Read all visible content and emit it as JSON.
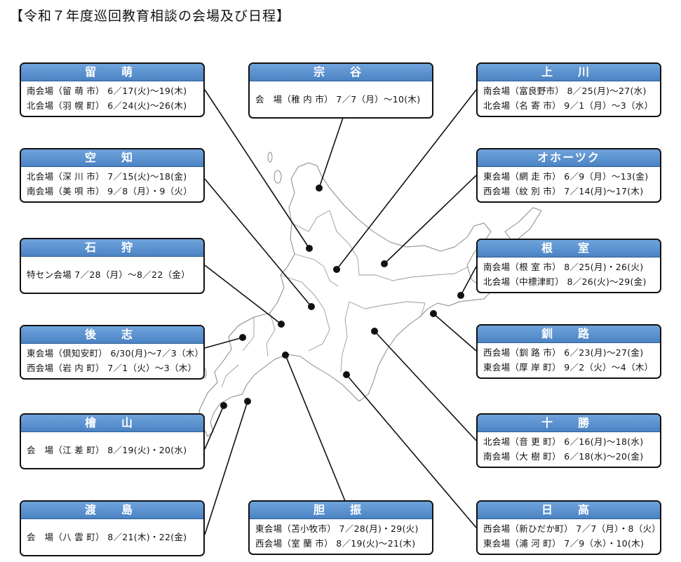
{
  "title": "【令和７年度巡回教育相談の会場及び日程】",
  "colors": {
    "header_top": "#6fa3dc",
    "header_bottom": "#4b83c3",
    "border": "#111111",
    "map_line": "#888888"
  },
  "regions": [
    {
      "id": "rumoi",
      "name": "留　萌",
      "venues": [
        "南会場（留 萌 市） 6／17(火)～19(木)",
        "北会場（羽 幌 町） 6／24(火)～26(木)"
      ]
    },
    {
      "id": "soya",
      "name": "宗　谷",
      "venues": [
        "会　場（稚 内 市） 7／7（月）～10(木)"
      ]
    },
    {
      "id": "kamikawa",
      "name": "上　川",
      "venues": [
        "南会場（富良野市） 8／25(月)～27(水)",
        "北会場（名 寄 市） 9／1（月）～3（水）"
      ]
    },
    {
      "id": "sorachi",
      "name": "空　知",
      "venues": [
        "北会場（深 川 市） 7／15(火)～18(金)",
        "南会場（美 唄 市） 9／8（月）・9（火）"
      ]
    },
    {
      "id": "okhotsk",
      "name": "オホーツク",
      "venues": [
        "東会場（網 走 市） 6／9（月）～13(金)",
        "西会場（紋 別 市） 7／14(月)～17(木)"
      ]
    },
    {
      "id": "ishikari",
      "name": "石　狩",
      "venues": [
        "特セン会場 7／28（月）～8／22（金）"
      ]
    },
    {
      "id": "nemuro",
      "name": "根　室",
      "venues": [
        "南会場（根 室 市） 8／25(月)・26(火)",
        "北会場（中標津町） 8／26(火)～29(金)"
      ]
    },
    {
      "id": "shiribeshi",
      "name": "後　志",
      "venues": [
        "東会場（倶知安町） 6/30(月)～7／3（木）",
        "西会場（岩 内 町） 7／1（火）～3（木）"
      ]
    },
    {
      "id": "kushiro",
      "name": "釧　路",
      "venues": [
        "西会場（釧 路 市） 6／23(月)～27(金)",
        "東会場（厚 岸 町） 9／2（火）～4（木）"
      ]
    },
    {
      "id": "hiyama",
      "name": "檜　山",
      "venues": [
        "会　場（江 差 町） 8／19(火)・20(水)"
      ]
    },
    {
      "id": "tokachi",
      "name": "十　勝",
      "venues": [
        "北会場（音 更 町） 6／16(月)～18(水)",
        "南会場（大 樹 町） 6／18(水)～20(金)"
      ]
    },
    {
      "id": "oshima",
      "name": "渡　島",
      "venues": [
        "会　場（八 雲 町） 8／21(木)・22(金)"
      ]
    },
    {
      "id": "iburi",
      "name": "胆　振",
      "venues": [
        "東会場（苫小牧市） 7／28(月)・29(火)",
        "西会場（室 蘭 市） 8／19(火)～21(木)"
      ]
    },
    {
      "id": "hidaka",
      "name": "日　高",
      "venues": [
        "西会場（新ひだか町） 7／7（月）・8（火）",
        "東会場（浦 河 町） 7／9（水）・10(木)"
      ]
    }
  ]
}
